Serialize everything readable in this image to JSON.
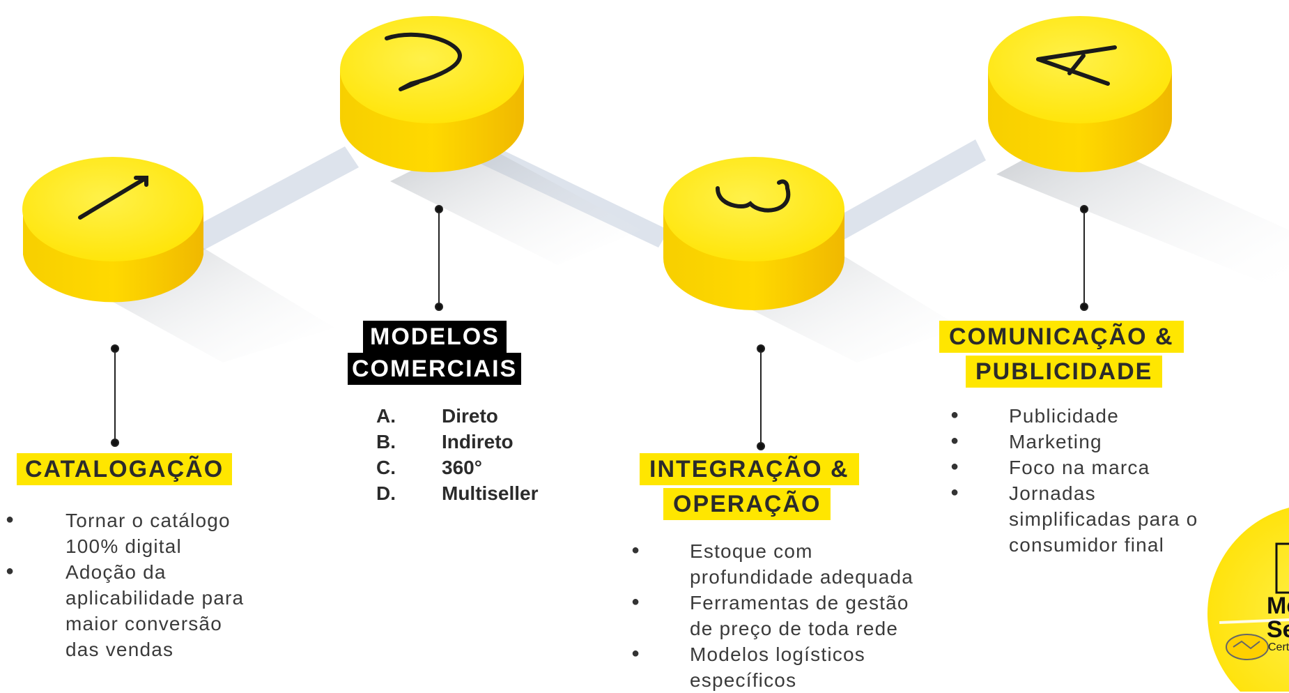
{
  "steps": [
    {
      "number": "1",
      "title_lines": [
        "CATALOGAÇÃO"
      ],
      "items": [
        "Tornar o catálogo 100% digital",
        "Adoção da aplicabilidade para maior conversão das vendas"
      ]
    },
    {
      "number": "2",
      "title_lines": [
        "MODELOS",
        "COMERCIAIS"
      ],
      "items": [
        {
          "letter": "A.",
          "text": "Direto"
        },
        {
          "letter": "B.",
          "text": "Indireto"
        },
        {
          "letter": "C.",
          "text": "360°"
        },
        {
          "letter": "D.",
          "text": "Multiseller"
        }
      ]
    },
    {
      "number": "3",
      "title_lines": [
        "INTEGRAÇÃO &",
        "OPERAÇÃO"
      ],
      "items": [
        "Estoque com profundidade adequada",
        "Ferramentas de gestão de preço de toda rede",
        "Modelos logísticos específicos"
      ]
    },
    {
      "number": "4",
      "title_lines": [
        "COMUNICAÇÃO &",
        "PUBLICIDADE"
      ],
      "items": [
        "Publicidade",
        "Marketing",
        "Foco na marca",
        "Jornadas simplificadas para o consumidor final"
      ]
    }
  ],
  "badge": {
    "line1": "Me",
    "line2": "Se",
    "line3": "Certified"
  },
  "colors": {
    "yellow": "#ffe600",
    "yellow_dark": "#f3c400",
    "black": "#000000",
    "connector": "#dde3ec"
  },
  "bullet_glyph": "●"
}
